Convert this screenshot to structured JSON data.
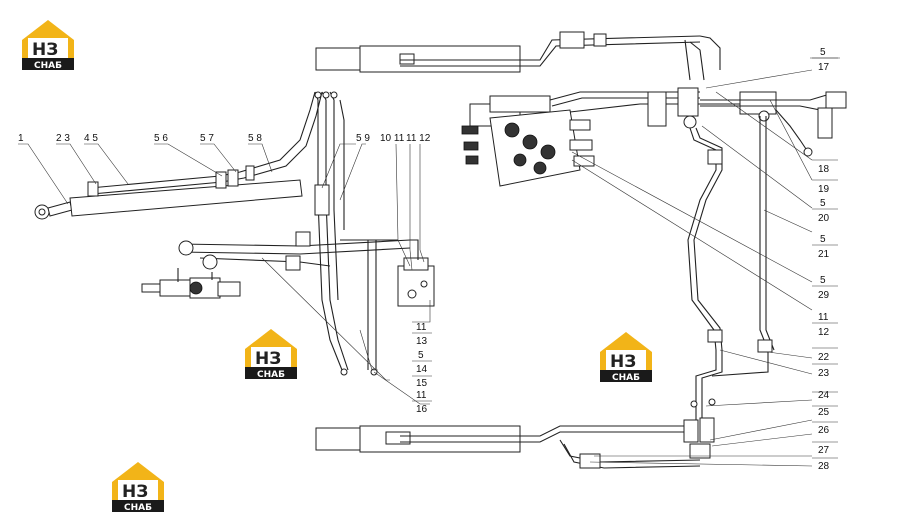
{
  "logo": {
    "mark": "НЗ",
    "text": "СНАБ",
    "accent": "#f2b418",
    "dark": "#1a1a1a"
  },
  "callouts_left": [
    "1",
    "2 3",
    "4 5",
    "5 6",
    "5 7",
    "5 8",
    "5 9",
    "10 11",
    "11 12"
  ],
  "callouts_center": [
    {
      "top": "11",
      "bottom": "13"
    },
    {
      "top": "5",
      "bottom": "14"
    },
    {
      "top": "",
      "bottom": "15"
    },
    {
      "top": "11",
      "bottom": "16"
    }
  ],
  "callouts_right": [
    {
      "top": "5",
      "bottom": "17"
    },
    {
      "top": "",
      "bottom": "18"
    },
    {
      "top": "",
      "bottom": "19"
    },
    {
      "top": "5",
      "bottom": "20"
    },
    {
      "top": "5",
      "bottom": "21"
    },
    {
      "top": "5",
      "bottom": "29"
    },
    {
      "top": "11",
      "bottom": "12"
    },
    {
      "top": "",
      "bottom": "22"
    },
    {
      "top": "",
      "bottom": "23"
    },
    {
      "top": "",
      "bottom": "24"
    },
    {
      "top": "",
      "bottom": "25"
    },
    {
      "top": "",
      "bottom": "26"
    },
    {
      "top": "",
      "bottom": "27"
    },
    {
      "top": "",
      "bottom": "28"
    }
  ]
}
